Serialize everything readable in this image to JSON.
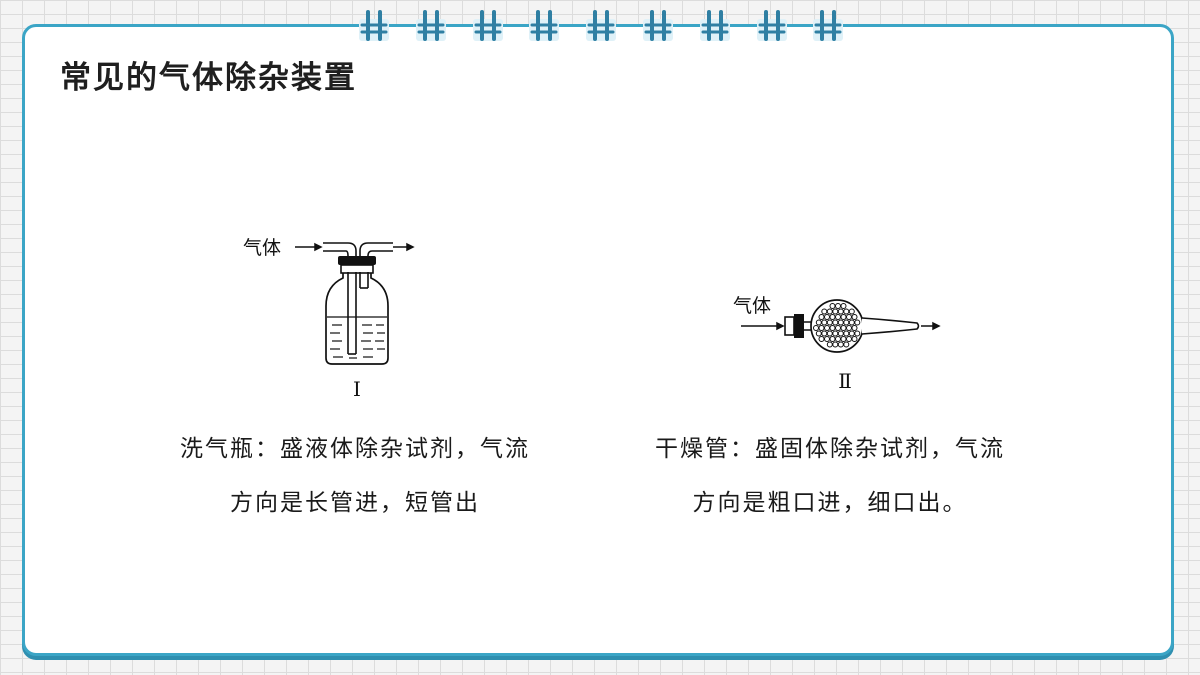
{
  "slide": {
    "title": "常见的气体除杂装置",
    "border_color": "#3ba5c6",
    "ring_color": "#2f7fa3",
    "ring_count": 9,
    "icons": [
      "binder-ring-icon"
    ]
  },
  "apparatus": [
    {
      "id": "gas-washing-bottle",
      "figure_label": "气体",
      "numeral": "Ⅰ",
      "caption_line1": "洗气瓶：盛液体除杂试剂，气流",
      "caption_line2": "方向是长管进，短管出"
    },
    {
      "id": "drying-tube",
      "figure_label": "气体",
      "numeral": "Ⅱ",
      "caption_line1": "干燥管：盛固体除杂试剂，气流",
      "caption_line2": "方向是粗口进，细口出。"
    }
  ]
}
